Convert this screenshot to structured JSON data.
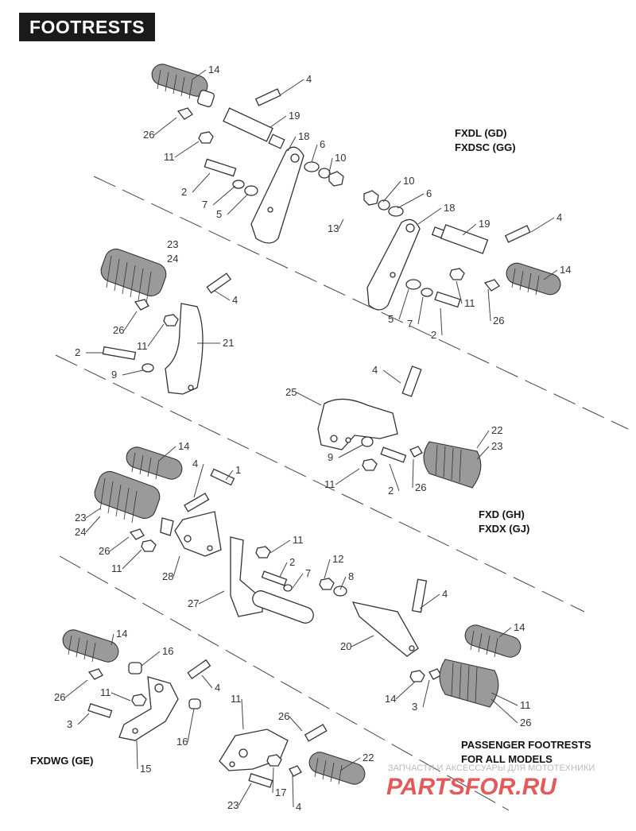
{
  "header": {
    "title": "FOOTRESTS"
  },
  "models": {
    "fxdl": "FXDL (GD)",
    "fxdsc": "FXDSC (GG)",
    "fxd": "FXD (GH)",
    "fxdx": "FXDX (GJ)",
    "fxdwg": "FXDWG (GE)",
    "passenger_1": "PASSENGER FOOTRESTS",
    "passenger_2": "FOR ALL MODELS"
  },
  "watermark": {
    "small": "ЗАПЧАСТИ И АКСЕССУАРЫ ДЛЯ МОТОТЕХНИКИ",
    "brand": "PARTSFOR.RU"
  },
  "callouts": [
    {
      "label": "14"
    },
    {
      "label": "4"
    },
    {
      "label": "19"
    },
    {
      "label": "26"
    },
    {
      "label": "11"
    },
    {
      "label": "18"
    },
    {
      "label": "6"
    },
    {
      "label": "10"
    },
    {
      "label": "2"
    },
    {
      "label": "7"
    },
    {
      "label": "5"
    },
    {
      "label": "13"
    },
    {
      "label": "10"
    },
    {
      "label": "6"
    },
    {
      "label": "18"
    },
    {
      "label": "19"
    },
    {
      "label": "4"
    },
    {
      "label": "14"
    },
    {
      "label": "11"
    },
    {
      "label": "26"
    },
    {
      "label": "5"
    },
    {
      "label": "7"
    },
    {
      "label": "2"
    },
    {
      "label": "23"
    },
    {
      "label": "24"
    },
    {
      "label": "4"
    },
    {
      "label": "26"
    },
    {
      "label": "11"
    },
    {
      "label": "21"
    },
    {
      "label": "2"
    },
    {
      "label": "9"
    },
    {
      "label": "4"
    },
    {
      "label": "25"
    },
    {
      "label": "22"
    },
    {
      "label": "23"
    },
    {
      "label": "9"
    },
    {
      "label": "11"
    },
    {
      "label": "2"
    },
    {
      "label": "26"
    },
    {
      "label": "14"
    },
    {
      "label": "4"
    },
    {
      "label": "1"
    },
    {
      "label": "23"
    },
    {
      "label": "24"
    },
    {
      "label": "26"
    },
    {
      "label": "11"
    },
    {
      "label": "28"
    },
    {
      "label": "11"
    },
    {
      "label": "2"
    },
    {
      "label": "7"
    },
    {
      "label": "12"
    },
    {
      "label": "8"
    },
    {
      "label": "27"
    },
    {
      "label": "4"
    },
    {
      "label": "20"
    },
    {
      "label": "14"
    },
    {
      "label": "14"
    },
    {
      "label": "16"
    },
    {
      "label": "26"
    },
    {
      "label": "11"
    },
    {
      "label": "4"
    },
    {
      "label": "3"
    },
    {
      "label": "16"
    },
    {
      "label": "15"
    },
    {
      "label": "11"
    },
    {
      "label": "26"
    },
    {
      "label": "22"
    },
    {
      "label": "23"
    },
    {
      "label": "17"
    },
    {
      "label": "4"
    },
    {
      "label": "14"
    },
    {
      "label": "3"
    },
    {
      "label": "11"
    },
    {
      "label": "26"
    }
  ]
}
